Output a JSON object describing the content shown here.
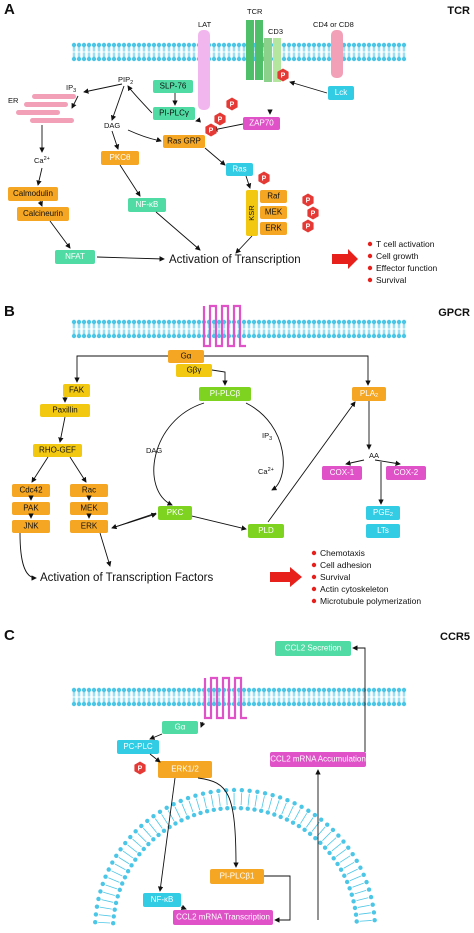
{
  "panels": {
    "a": {
      "letter": "A",
      "title": "TCR"
    },
    "b": {
      "letter": "B",
      "title": "GPCR"
    },
    "c": {
      "letter": "C",
      "title": "CCR5"
    }
  },
  "phospho_label": "P",
  "colors": {
    "orange": "#f5a623",
    "yellow": "#f2c811",
    "green_light": "#8bd18b",
    "green_mint": "#4fdba3",
    "green_lime": "#7ed321",
    "teal": "#3ad6d6",
    "cyan": "#33cce5",
    "magenta": "#e052c8",
    "pink": "#f2a0b8",
    "lilac": "#f2b6ee",
    "membrane": "#4cc6e6",
    "phospho": "#e53935",
    "red_arrow": "#e8201c"
  },
  "a": {
    "lat": "LAT",
    "tcr": "TCR",
    "cd3": "CD3",
    "cd4_cd8": "CD4 or CD8",
    "lck": "Lck",
    "ip3": "IP",
    "ip3_sub": "3",
    "pip2": "PIP",
    "pip2_sub": "2",
    "er": "ER",
    "dag": "DAG",
    "slp76": "SLP-76",
    "plcg": "PI-PLCγ",
    "zap70": "ZAP70",
    "rasgrp": "Ras GRP",
    "ras": "Ras",
    "pkc": "PKCθ",
    "nfkb": "NF-κB",
    "ca": "Ca",
    "ca_sup": "2+",
    "calmodulin": "Calmodulin",
    "calcineurin": "Calcineurin",
    "nfat": "NFAT",
    "ksr": "KSR",
    "raf": "Raf",
    "mek": "MEK",
    "erk": "ERK",
    "activation": "Activation of Transcription",
    "outcomes": [
      "T cell activation",
      "Cell growth",
      "Effector function",
      "Survival"
    ]
  },
  "b": {
    "galpha": "Gα",
    "gbg": "Gβγ",
    "fak": "FAK",
    "paxillin": "Paxillin",
    "rhogef": "RHO-GEF",
    "cdc42": "Cdc42",
    "pak": "PAK",
    "jnk": "JNK",
    "rac": "Rac",
    "mek": "MEK",
    "erk": "ERK",
    "plcb": "PI-PLCβ",
    "dag": "DAG",
    "ip3": "IP",
    "ip3_sub": "3",
    "ca": "Ca",
    "ca_sup": "2+",
    "pkc": "PKC",
    "pld": "PLD",
    "pla2": "PLA",
    "pla2_sub": "2",
    "aa": "AA",
    "cox1": "COX-1",
    "cox2": "COX-2",
    "pge2": "PGE",
    "pge2_sub": "2",
    "lts": "LTs",
    "activation": "Activation of Transcription Factors",
    "outcomes": [
      "Chemotaxis",
      "Cell adhesion",
      "Survival",
      "Actin cytoskeleton",
      "Microtubule polymerization"
    ]
  },
  "c": {
    "ccl2_secretion": "CCL2 Secretion",
    "galpha": "Gα",
    "pcplc": "PC-PLC",
    "erk12": "ERK1/2",
    "mrna_accum": "CCL2 mRNA Accumulation",
    "plcb1": "PI-PLCβ1",
    "nfkb": "NF-κB",
    "mrna_trans": "CCL2 mRNA Transcription"
  }
}
